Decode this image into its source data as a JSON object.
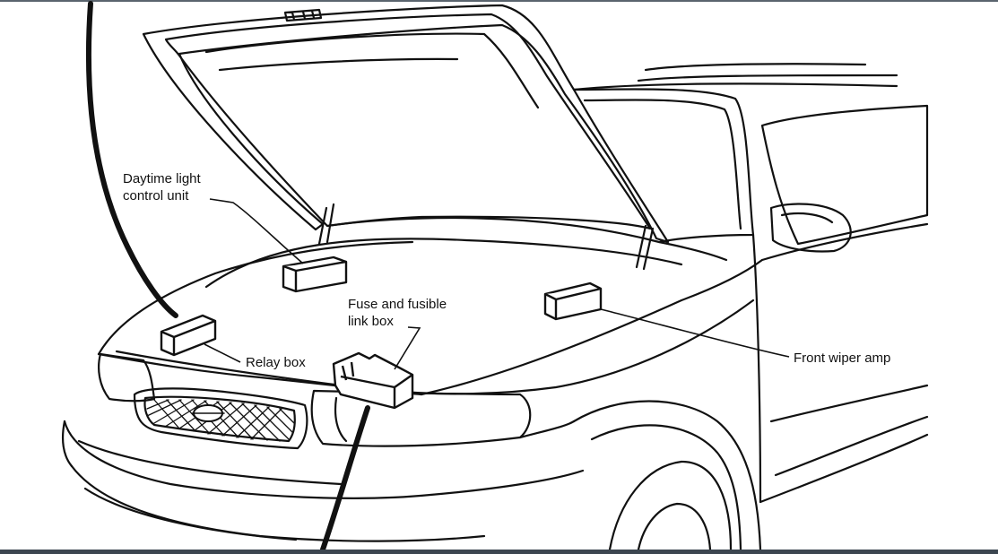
{
  "labels": {
    "daytime_light": {
      "line1": "Daytime light",
      "line2": "control unit"
    },
    "fuse_box": {
      "line1": "Fuse and fusible",
      "line2": "link box"
    },
    "relay_box": "Relay box",
    "front_wiper_amp": "Front wiper amp"
  },
  "colors": {
    "ink": "#111111",
    "background": "#ffffff",
    "frame_bar": "#3c4650"
  }
}
